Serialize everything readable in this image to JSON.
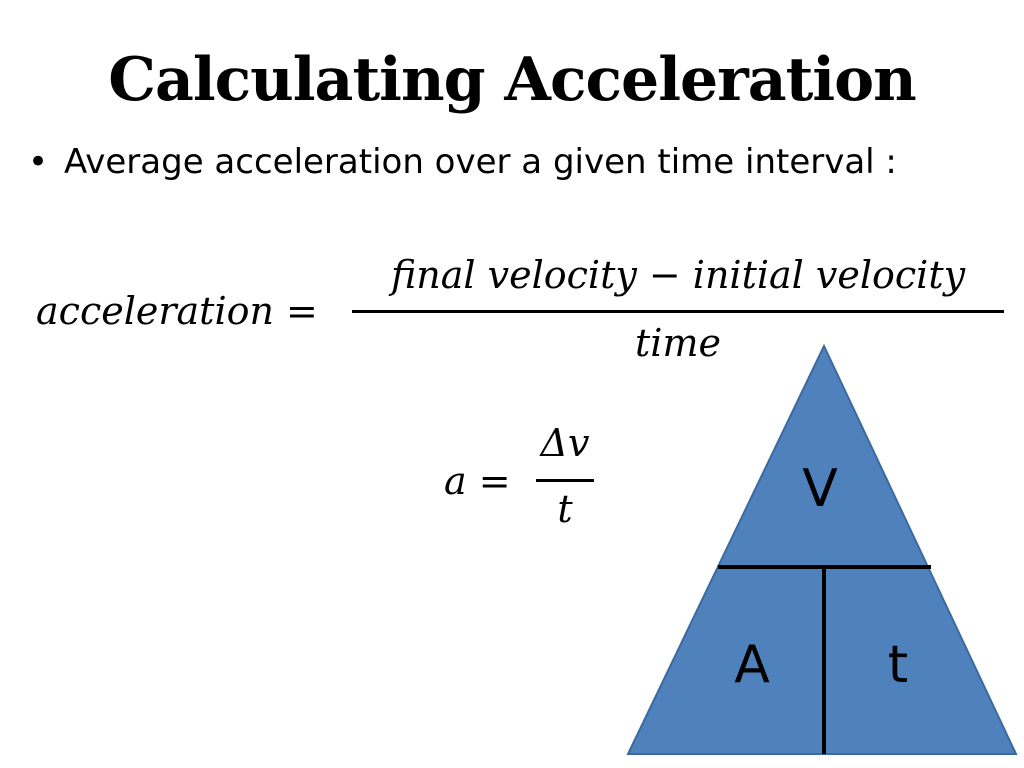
{
  "slide": {
    "title": "Calculating Acceleration",
    "bullet": {
      "glyph": "•",
      "text": "Average acceleration over a given time interval :"
    }
  },
  "equation_full": {
    "lhs": "acceleration =",
    "numerator": "final velocity  − initial velocity",
    "denominator": "time"
  },
  "equation_short": {
    "lhs": "a = ",
    "numerator": "Δv",
    "denominator": "t"
  },
  "formula_triangle": {
    "top_label": "V",
    "bottom_left_label": "A",
    "bottom_right_label": "t",
    "fill_color": "#4F81BD",
    "border_color": "#3A6A9F",
    "divider_color": "#000000"
  }
}
